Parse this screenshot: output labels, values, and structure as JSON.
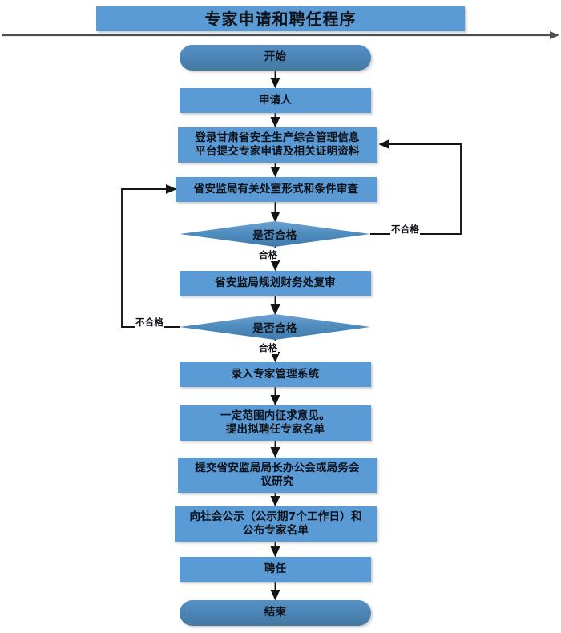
{
  "document": {
    "title": "专家申请和聘任程序"
  },
  "divider": {
    "icon": "right-arrow-line"
  },
  "nodes": [
    {
      "id": "start",
      "type": "terminator",
      "label": "开始"
    },
    {
      "id": "applicant",
      "type": "process",
      "label": "申请人"
    },
    {
      "id": "submit",
      "type": "process",
      "label": "登录甘肃省安全生产综合管理信息\n平台提交专家申请及相关证明资料"
    },
    {
      "id": "form-review",
      "type": "process",
      "label": "省安监局有关处室形式和条件审查"
    },
    {
      "id": "decision-1",
      "type": "decision",
      "label": "是否合格"
    },
    {
      "id": "re-review",
      "type": "process",
      "label": "省安监局规划财务处复审"
    },
    {
      "id": "decision-2",
      "type": "decision",
      "label": "是否合格"
    },
    {
      "id": "enter-sys",
      "type": "process",
      "label": "录入专家管理系统"
    },
    {
      "id": "opinions",
      "type": "process",
      "label": "一定范围内征求意见。\n提出拟聘任专家名单"
    },
    {
      "id": "meeting",
      "type": "process",
      "label": "提交省安监局局长办公会或局务会\n议研究"
    },
    {
      "id": "publicity",
      "type": "process",
      "label": "向社会公示（公示期7个工作日）和\n公布专家名单"
    },
    {
      "id": "appoint",
      "type": "process",
      "label": "聘任"
    },
    {
      "id": "end",
      "type": "terminator",
      "label": "结束"
    }
  ],
  "edge_labels": {
    "qualified_1": "合格",
    "not_qualified_1": "不合格",
    "qualified_2": "合格",
    "not_qualified_2": "不合格"
  },
  "colors": {
    "process_fill": "#5B9BD5",
    "terminator_fill": "#4A85B8",
    "decision_fill": "#4F8CBE",
    "connector": "#1a1a1a",
    "divider": "#4c5055",
    "text": "#0d1117",
    "background": "#FFFFFF"
  }
}
